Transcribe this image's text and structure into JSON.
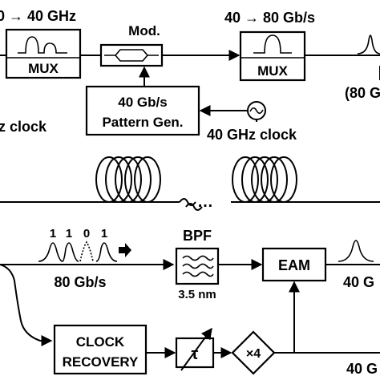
{
  "top_section": {
    "label_mux_range": "0 → 40 GHz",
    "label_mux1": "MUX",
    "label_mod": "Mod.",
    "label_rate": "40 → 80 Gb/s",
    "label_mux2": "MUX",
    "label_right_partial": "(80 G",
    "pattern_gen_line1": "40 Gb/s",
    "pattern_gen_line2": "Pattern Gen.",
    "label_clock_left": "z clock",
    "label_clock_right": "40 GHz clock"
  },
  "fiber_section": {
    "ellipsis": "…"
  },
  "bottom_section": {
    "bits": [
      "1",
      "1",
      "0",
      "1"
    ],
    "label_rate": "80 Gb/s",
    "bpf_label": "BPF",
    "bpf_bandwidth": "3.5 nm",
    "eam_label": "EAM",
    "out_label_1": "40 G",
    "clock_recovery_line1": "CLOCK",
    "clock_recovery_line2": "RECOVERY",
    "tau_label": "τ",
    "multiplier_label": "×4",
    "out_label_2": "40 G"
  }
}
